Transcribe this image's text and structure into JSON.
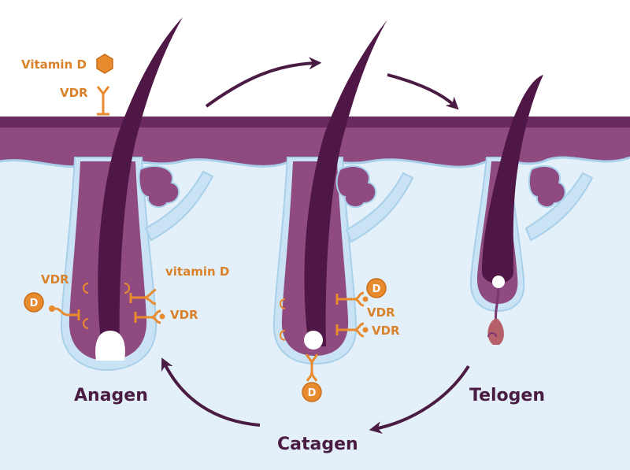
{
  "labels": {
    "vitamin_d_top": "Vitamin D",
    "vdr_top": "VDR",
    "vdr_anagen": "VDR",
    "vitamin_d_anagen": "vitamin D",
    "vdr_anagen_right": "VDR",
    "vdr_catagen_1": "VDR",
    "vdr_catagen_2": "VDR",
    "d_badge": "D"
  },
  "phases": {
    "anagen": "Anagen",
    "catagen": "Catagen",
    "telogen": "Telogen"
  },
  "colors": {
    "skin": "#8f4a80",
    "skin_top": "#6b2a5f",
    "dermis": "#e3f0f9",
    "dermis_line": "#a9d0ea",
    "hair": "#4f1746",
    "bulb": "#7a3470",
    "orange": "#e88a2e",
    "arrow": "#4a1c44"
  },
  "icons": [
    "hexagon-icon",
    "receptor-icon",
    "vitamin-d-badge-icon",
    "cycle-arrow-icon"
  ]
}
